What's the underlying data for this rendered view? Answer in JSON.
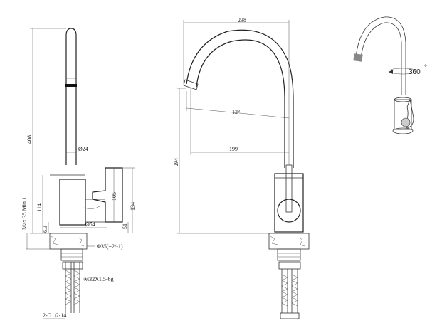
{
  "side_view": {
    "height_total": "408",
    "pipe_diameter": "Ø24",
    "body_height": "114",
    "deck_max": "Max 35 Min 1",
    "deck_gap": "6.3",
    "lever_height": "105",
    "body_right": "134",
    "lever_low": "51",
    "body_diameter": "Ø54",
    "hole_diameter": "Φ35(+2/-1)",
    "thread": "M32X1.5-6g",
    "hose_thread": "2-G1/2-14"
  },
  "front_view": {
    "reach_total": "238",
    "reach_spout": "199",
    "angle": "12°",
    "height": "294"
  },
  "iso_view": {
    "rotation": "360",
    "degree_mark": "°"
  }
}
